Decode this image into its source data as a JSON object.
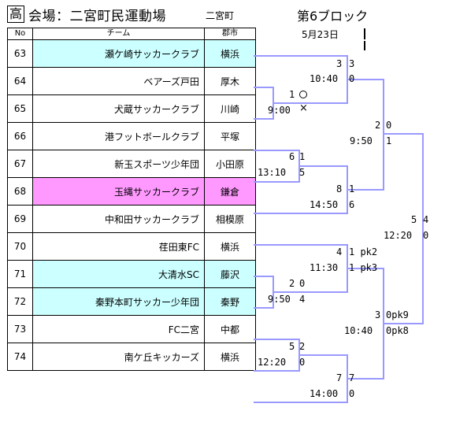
{
  "header": {
    "category": "高",
    "venue": "会場：二宮町民運動場",
    "region": "二宮町",
    "block": "第6ブロック",
    "date": "5月23日"
  },
  "table": {
    "columns": {
      "no": "No",
      "team": "チーム",
      "city": "郡市"
    },
    "rows": [
      {
        "no": "63",
        "team": "瀬ケ崎サッカークラブ",
        "city": "横浜",
        "highlight": "cyan"
      },
      {
        "no": "64",
        "team": "ベアーズ戸田",
        "city": "厚木",
        "highlight": ""
      },
      {
        "no": "65",
        "team": "犬蔵サッカークラブ",
        "city": "川崎",
        "highlight": ""
      },
      {
        "no": "66",
        "team": "港フットボールクラブ",
        "city": "平塚",
        "highlight": ""
      },
      {
        "no": "67",
        "team": "新玉スポーツ少年団",
        "city": "小田原",
        "highlight": ""
      },
      {
        "no": "68",
        "team": "玉縄サッカークラブ",
        "city": "鎌倉",
        "highlight": "pink"
      },
      {
        "no": "69",
        "team": "中和田サッカークラブ",
        "city": "相模原",
        "highlight": ""
      },
      {
        "no": "70",
        "team": "荏田東FC",
        "city": "横浜",
        "highlight": ""
      },
      {
        "no": "71",
        "team": "大清水SC",
        "city": "藤沢",
        "highlight": "cyan"
      },
      {
        "no": "72",
        "team": "秦野本町サッカー少年団",
        "city": "秦野",
        "highlight": "cyan"
      },
      {
        "no": "73",
        "team": "FC二宮",
        "city": "中都",
        "highlight": ""
      },
      {
        "no": "74",
        "team": "南ケ丘キッカーズ",
        "city": "横浜",
        "highlight": ""
      }
    ]
  },
  "bracket": {
    "line_color": "#9999ff",
    "matches": {
      "m1": {
        "no": "1",
        "time": "9:00"
      },
      "m2": {
        "no": "2",
        "time": "9:50"
      },
      "m3": {
        "no": "3",
        "time": "10:40"
      },
      "m4": {
        "no": "4",
        "time": "11:30"
      },
      "m5": {
        "no": "5",
        "time": "12:20"
      },
      "m6": {
        "no": "6",
        "time": "13:10"
      },
      "m7": {
        "no": "7",
        "time": "14:00"
      },
      "m8": {
        "no": "8",
        "time": "14:50"
      },
      "r2_a": {
        "no": "2",
        "time": "9:50"
      },
      "r2_b": {
        "no": "3",
        "time": "10:40"
      },
      "r3": {
        "no": "5",
        "time": "12:20"
      }
    },
    "scores": {
      "m3_top": "3",
      "m3_bot": "0",
      "m1_note_top": "○",
      "m1_note_bot": "×",
      "r2a_top": "0",
      "r2a_bot": "1",
      "m6_top": "1",
      "m6_bot": "5",
      "m8_top": "1",
      "m8_bot": "6",
      "final_top": "4",
      "final_bot": "0",
      "m4_top": "1 pk2",
      "m4_bot": "1 pk3",
      "m2_top": "0",
      "m2_bot": "4",
      "m3b_top": "0pk9",
      "m3b_bot": "0pk8",
      "m5_top": "2",
      "m5_bot": "0",
      "m7_top": "7",
      "m7_bot": "0"
    }
  }
}
